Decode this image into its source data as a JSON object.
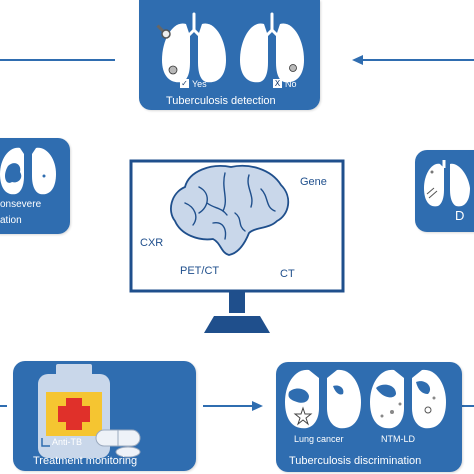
{
  "center": {
    "modalities": {
      "gene": "Gene",
      "cxr": "CXR",
      "pet_ct": "PET/CT",
      "ct": "CT"
    }
  },
  "panels": {
    "detection": {
      "title": "Tuberculosis detection",
      "options": {
        "yes": "Yes",
        "no": "No"
      },
      "marks": {
        "yes": "✓",
        "no": "X"
      }
    },
    "left": {
      "lines": [
        "onsevere",
        "ation"
      ]
    },
    "right": {
      "lines": [
        "D"
      ]
    },
    "treatment": {
      "title": "Treatment monitoring",
      "bottle_label": "Anti-TB"
    },
    "discrimination": {
      "title": "Tuberculosis discrimination",
      "items": [
        "Lung cancer",
        "NTM-LD"
      ]
    }
  },
  "colors": {
    "panel": "#2f6db0",
    "lung": "#ffffff",
    "brain": "#c9d7ea",
    "cross": "#e0302a",
    "bottle_label": "#f5c531"
  }
}
